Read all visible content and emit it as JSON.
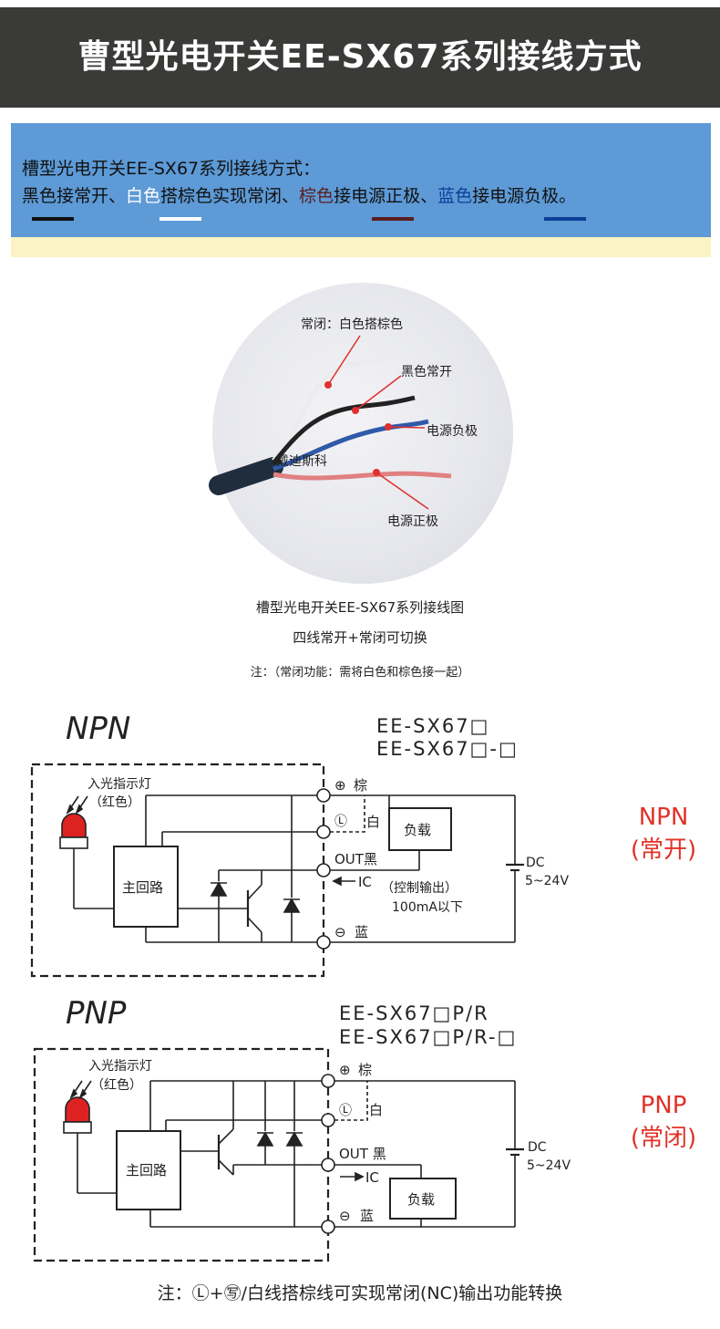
{
  "title": "曹型光电开关EE-SX67系列接线方式",
  "info": {
    "line1": "槽型光电开关EE-SX67系列接线方式：",
    "line2_parts": [
      "黑色接常开、",
      "白色",
      "搭棕色实现常闭、",
      "棕色",
      "接电源正极、",
      "蓝色",
      "接电源负极。"
    ],
    "colors": {
      "black": "#111111",
      "white": "#ffffff",
      "brown": "#5a1f1f",
      "blue": "#0e3f99"
    }
  },
  "photo": {
    "labels": {
      "nc": "常闭：白色搭棕色",
      "black": "黑色常开",
      "neg": "电源负极",
      "brand": "戴迪斯科",
      "pos": "电源正极"
    },
    "caption1": "槽型光电开关EE-SX67系列接线图",
    "caption2": "四线常开+常闭可切换",
    "note": "注：（常闭功能：需将白色和棕色接一起）"
  },
  "npn": {
    "heading": "NPN",
    "model1": "EE-SX67□",
    "model2": "EE-SX67□-□",
    "led_label1": "入光指示灯",
    "led_label2": "（红色）",
    "main_circuit": "主回路",
    "plus": "⊕",
    "plus_wire": "棕",
    "l_mark": "Ⓛ",
    "white_wire": "白",
    "out": "OUT黑",
    "ic": "IC",
    "minus": "⊖",
    "minus_wire": "蓝",
    "load": "负载",
    "ctrl1": "（控制输出）",
    "ctrl2": "100mA以下",
    "dc1": "DC",
    "dc2": "5~24V",
    "side1": "NPN",
    "side2": "(常开)"
  },
  "pnp": {
    "heading": "PNP",
    "model1": "EE-SX67□P/R",
    "model2": "EE-SX67□P/R-□",
    "led_label1": "入光指示灯",
    "led_label2": "（红色）",
    "main_circuit": "主回路",
    "plus": "⊕",
    "plus_wire": "棕",
    "l_mark": "Ⓛ",
    "white_wire": "白",
    "out": "OUT 黑",
    "ic": "IC",
    "minus": "⊖",
    "minus_wire": "蓝",
    "load": "负载",
    "dc1": "DC",
    "dc2": "5~24V",
    "side1": "PNP",
    "side2": "(常闭)"
  },
  "footer": "注：Ⓛ+㊢/白线搭棕线可实现常闭(NC)输出功能转换"
}
